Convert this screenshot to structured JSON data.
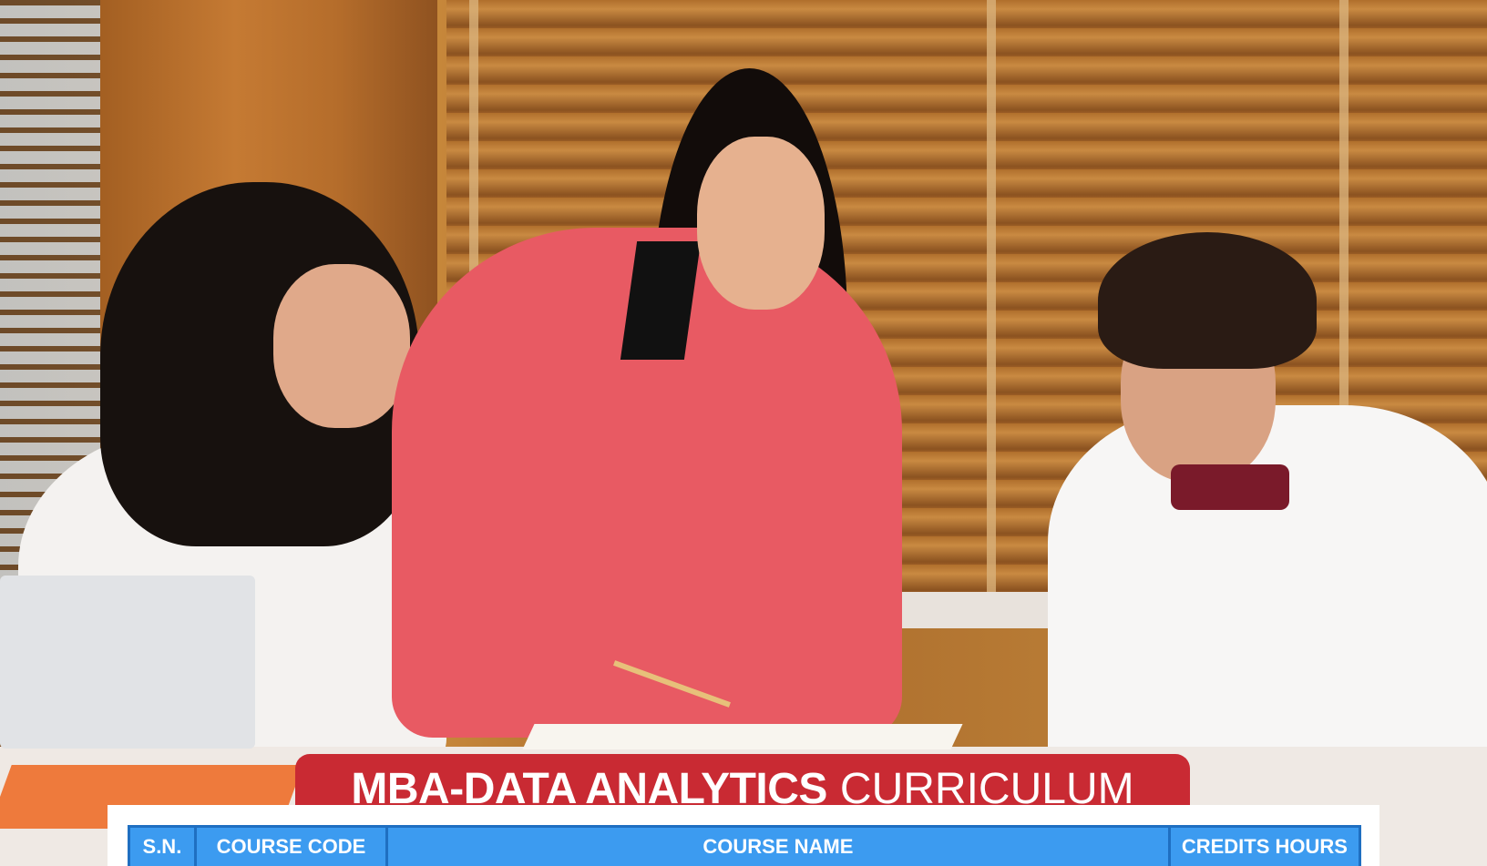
{
  "colors": {
    "banner_red": "#c92a33",
    "table_header_blue": "#3c9bf0",
    "table_border_blue": "#1f6fc1"
  },
  "banner": {
    "title_bold": "MBA-DATA ANALYTICS",
    "title_light": "CURRICULUM"
  },
  "table": {
    "columns": [
      "S.N.",
      "COURSE CODE",
      "COURSE NAME",
      "CREDITS HOURS"
    ]
  }
}
